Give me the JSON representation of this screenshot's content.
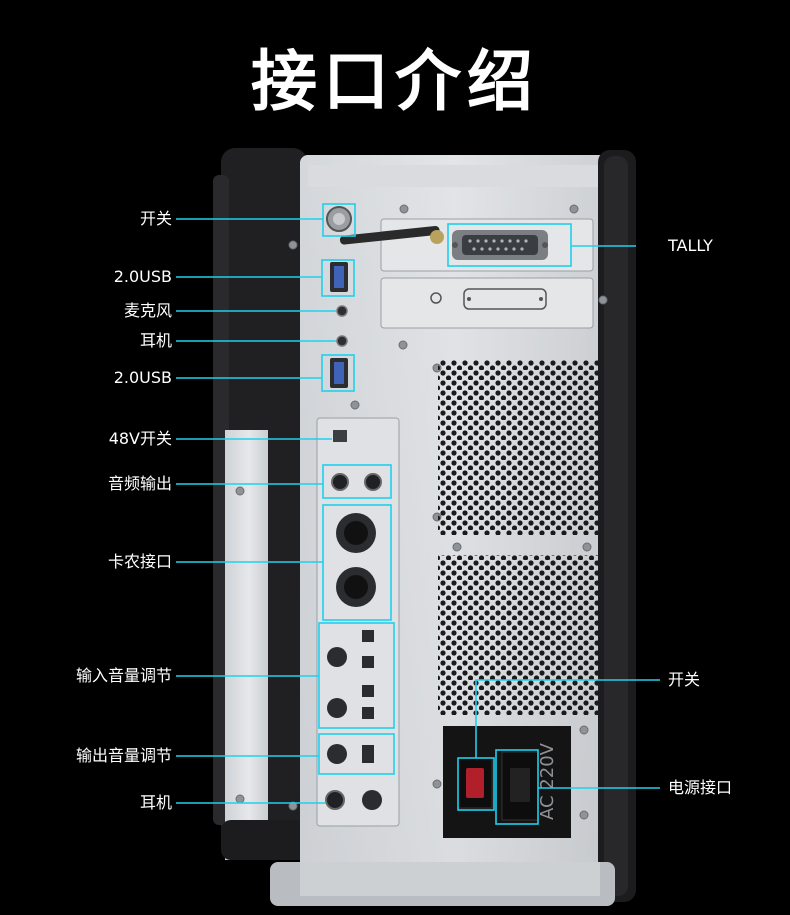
{
  "title": "接口介绍",
  "accent_color": "#1fd0ee",
  "left_labels": [
    {
      "id": "power-switch",
      "text": "开关"
    },
    {
      "id": "usb-1",
      "text": "2.0USB"
    },
    {
      "id": "microphone",
      "text": "麦克风"
    },
    {
      "id": "headphone-1",
      "text": "耳机"
    },
    {
      "id": "usb-2",
      "text": "2.0USB"
    },
    {
      "id": "phantom-48v",
      "text": "48V开关"
    },
    {
      "id": "audio-out",
      "text": "音频输出"
    },
    {
      "id": "xlr",
      "text": "卡农接口"
    },
    {
      "id": "input-volume",
      "text": "输入音量调节"
    },
    {
      "id": "output-volume",
      "text": "输出音量调节"
    },
    {
      "id": "headphone-2",
      "text": "耳机"
    }
  ],
  "right_labels": [
    {
      "id": "tally",
      "text": "TALLY"
    },
    {
      "id": "psu-switch",
      "text": "开关"
    },
    {
      "id": "power-socket",
      "text": "电源接口"
    }
  ],
  "psu_text": "AC 220V"
}
